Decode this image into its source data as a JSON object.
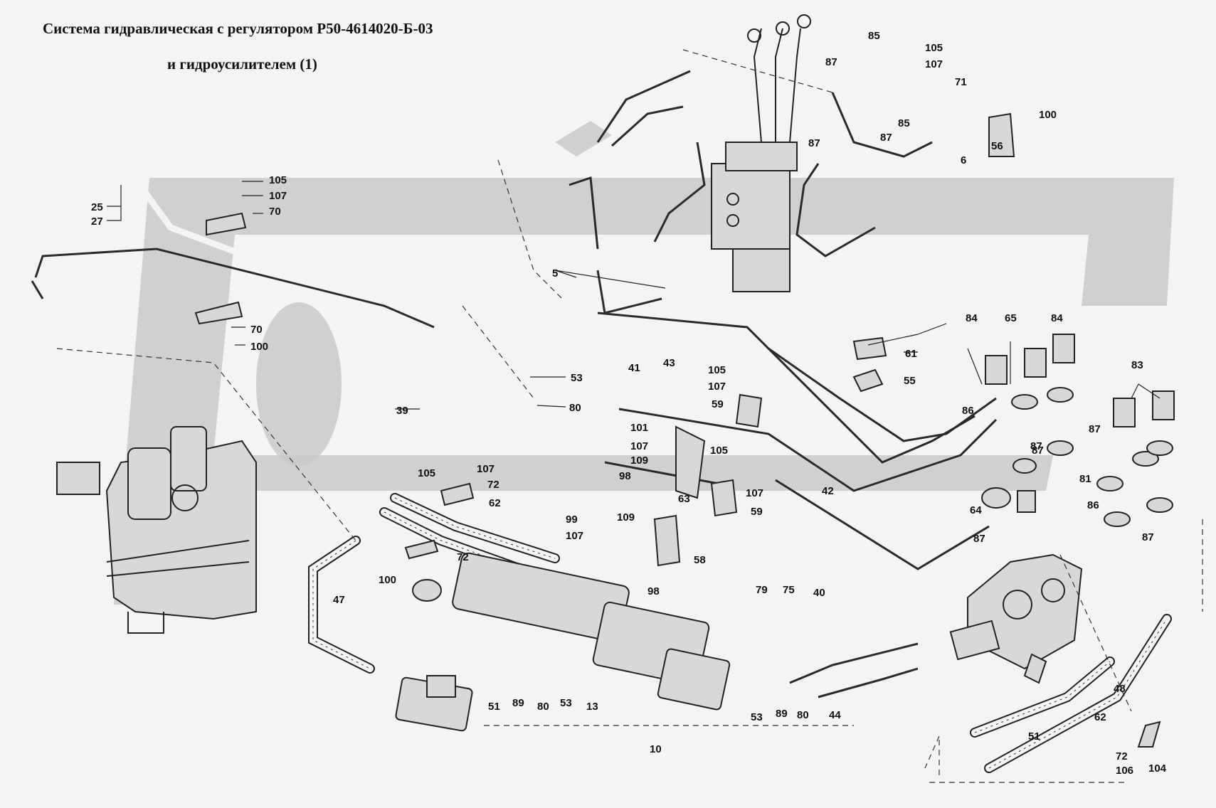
{
  "title": {
    "line1": "Система гидравлическая  с регулятором Р50-4614020-Б-03",
    "line2": "и гидроусилителем (1)"
  },
  "callouts": [
    {
      "id": "c-85-top",
      "text": "85"
    },
    {
      "id": "c-105-top",
      "text": "105"
    },
    {
      "id": "c-107-top",
      "text": "107"
    },
    {
      "id": "c-87-top",
      "text": "87"
    },
    {
      "id": "c-71",
      "text": "71"
    },
    {
      "id": "c-85-mid",
      "text": "85"
    },
    {
      "id": "c-87-mid",
      "text": "87"
    },
    {
      "id": "c-100-top",
      "text": "100"
    },
    {
      "id": "c-87-b",
      "text": "87"
    },
    {
      "id": "c-56",
      "text": "56"
    },
    {
      "id": "c-6",
      "text": "6"
    },
    {
      "id": "c-105-l",
      "text": "105"
    },
    {
      "id": "c-107-l",
      "text": "107"
    },
    {
      "id": "c-70-top",
      "text": "70"
    },
    {
      "id": "c-25",
      "text": "25"
    },
    {
      "id": "c-27",
      "text": "27"
    },
    {
      "id": "c-5",
      "text": "5"
    },
    {
      "id": "c-70-mid",
      "text": "70"
    },
    {
      "id": "c-100-mid",
      "text": "100"
    },
    {
      "id": "c-53-top",
      "text": "53"
    },
    {
      "id": "c-80-top",
      "text": "80"
    },
    {
      "id": "c-39",
      "text": "39"
    },
    {
      "id": "c-41",
      "text": "41"
    },
    {
      "id": "c-43",
      "text": "43"
    },
    {
      "id": "c-61",
      "text": "61"
    },
    {
      "id": "c-55",
      "text": "55"
    },
    {
      "id": "c-84-a",
      "text": "84"
    },
    {
      "id": "c-65",
      "text": "65"
    },
    {
      "id": "c-84-b",
      "text": "84"
    },
    {
      "id": "c-83",
      "text": "83"
    },
    {
      "id": "c-105-c",
      "text": "105"
    },
    {
      "id": "c-107-c",
      "text": "107"
    },
    {
      "id": "c-59-a",
      "text": "59"
    },
    {
      "id": "c-86-a",
      "text": "86"
    },
    {
      "id": "c-87-c",
      "text": "87"
    },
    {
      "id": "c-87-d",
      "text": "87"
    },
    {
      "id": "c-101",
      "text": "101"
    },
    {
      "id": "c-107-d",
      "text": "107"
    },
    {
      "id": "c-109-a",
      "text": "109"
    },
    {
      "id": "c-105-d",
      "text": "105"
    },
    {
      "id": "c-98-a",
      "text": "98"
    },
    {
      "id": "c-63",
      "text": "63"
    },
    {
      "id": "c-107-e",
      "text": "107"
    },
    {
      "id": "c-105-e",
      "text": "105"
    },
    {
      "id": "c-107-f",
      "text": "107"
    },
    {
      "id": "c-72-a",
      "text": "72"
    },
    {
      "id": "c-62-a",
      "text": "62"
    },
    {
      "id": "c-42",
      "text": "42"
    },
    {
      "id": "c-59-b",
      "text": "59"
    },
    {
      "id": "c-87-e",
      "text": "87"
    },
    {
      "id": "c-81",
      "text": "81"
    },
    {
      "id": "c-64",
      "text": "64"
    },
    {
      "id": "c-86-b",
      "text": "86"
    },
    {
      "id": "c-87-f",
      "text": "87"
    },
    {
      "id": "c-87-g",
      "text": "87"
    },
    {
      "id": "c-99",
      "text": "99"
    },
    {
      "id": "c-109-b",
      "text": "109"
    },
    {
      "id": "c-107-g",
      "text": "107"
    },
    {
      "id": "c-58",
      "text": "58"
    },
    {
      "id": "c-72-b",
      "text": "72"
    },
    {
      "id": "c-100-b",
      "text": "100"
    },
    {
      "id": "c-98-b",
      "text": "98"
    },
    {
      "id": "c-40",
      "text": "40"
    },
    {
      "id": "c-47",
      "text": "47"
    },
    {
      "id": "c-79",
      "text": "79"
    },
    {
      "id": "c-75",
      "text": "75"
    },
    {
      "id": "c-48",
      "text": "48"
    },
    {
      "id": "c-62-b",
      "text": "62"
    },
    {
      "id": "c-51-a",
      "text": "51"
    },
    {
      "id": "c-89-a",
      "text": "89"
    },
    {
      "id": "c-80-a",
      "text": "80"
    },
    {
      "id": "c-53-a",
      "text": "53"
    },
    {
      "id": "c-13",
      "text": "13"
    },
    {
      "id": "c-53-b",
      "text": "53"
    },
    {
      "id": "c-89-b",
      "text": "89"
    },
    {
      "id": "c-80-b",
      "text": "80"
    },
    {
      "id": "c-44",
      "text": "44"
    },
    {
      "id": "c-10",
      "text": "10"
    },
    {
      "id": "c-51-b",
      "text": "51"
    },
    {
      "id": "c-72-c",
      "text": "72"
    },
    {
      "id": "c-106",
      "text": "106"
    },
    {
      "id": "c-104",
      "text": "104"
    }
  ]
}
